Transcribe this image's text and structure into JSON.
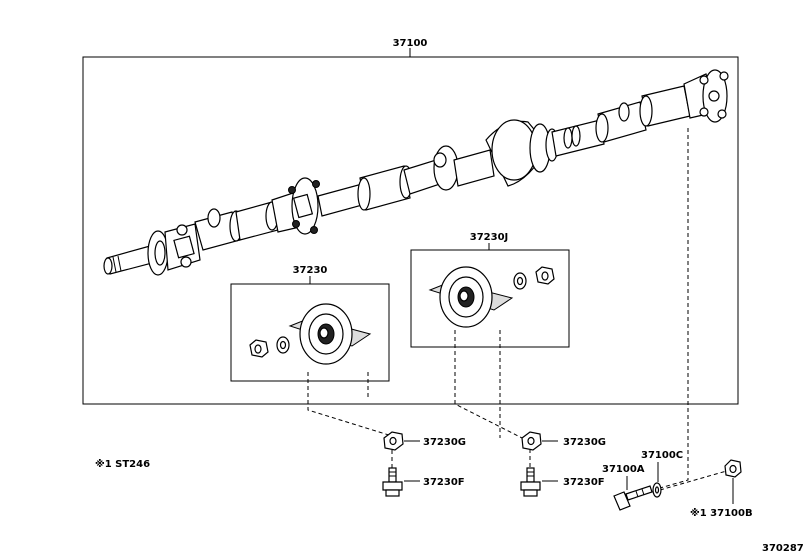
{
  "labels": {
    "assembly": "37100",
    "bearing_left": "37230",
    "bearing_right": "37230J",
    "nut_left": "37230G",
    "nut_right": "37230G",
    "bolt_left": "37230F",
    "bolt_right": "37230F",
    "bolt_flange": "37100A",
    "washer": "37100C",
    "nut_flange": "※1 37100B",
    "note": "※1 ST246",
    "figure_number": "370287"
  }
}
